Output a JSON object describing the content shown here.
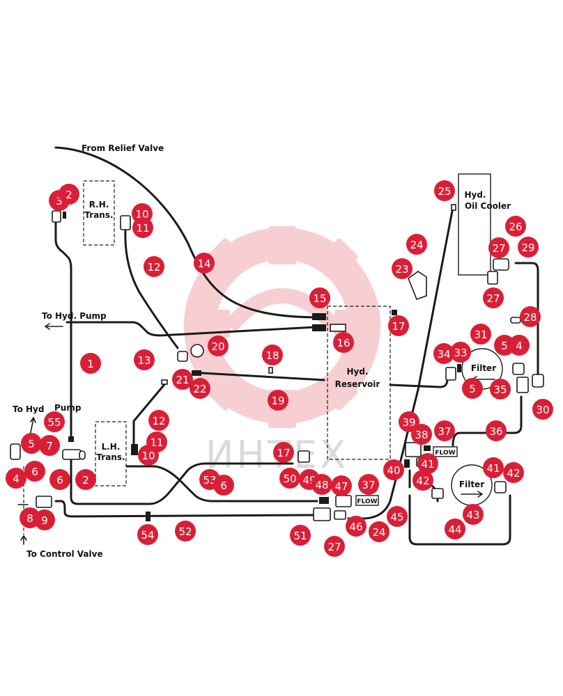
{
  "labels": {
    "from_relief_valve": "From Relief Valve",
    "rh_trans_1": "R.H.",
    "rh_trans_2": "Trans.",
    "lh_trans_1": "L.H.",
    "lh_trans_2": "Trans.",
    "to_hyd_pump_top": "To Hyd. Pump",
    "to_hyd_pump_left_1": "To Hyd",
    "to_hyd_pump_left_2": "Pump",
    "to_control_valve": "To Control Valve",
    "hyd_reservoir_1": "Hyd.",
    "hyd_reservoir_2": "Reservoir",
    "hyd_oil_cooler_1": "Hyd.",
    "hyd_oil_cooler_2": "Oil Cooler",
    "filter_upper": "Filter",
    "filter_lower": "Filter",
    "flow_upper": "FLOW",
    "flow_lower": "FLOW",
    "watermark": "ИНТЕХ"
  },
  "callouts": [
    {
      "n": "3"
    },
    {
      "n": "2"
    },
    {
      "n": "10"
    },
    {
      "n": "11"
    },
    {
      "n": "12"
    },
    {
      "n": "14"
    },
    {
      "n": "15"
    },
    {
      "n": "16"
    },
    {
      "n": "17"
    },
    {
      "n": "18"
    },
    {
      "n": "19"
    },
    {
      "n": "20"
    },
    {
      "n": "21"
    },
    {
      "n": "22"
    },
    {
      "n": "13"
    },
    {
      "n": "1"
    },
    {
      "n": "12"
    },
    {
      "n": "11"
    },
    {
      "n": "10"
    },
    {
      "n": "55"
    },
    {
      "n": "5"
    },
    {
      "n": "7"
    },
    {
      "n": "4"
    },
    {
      "n": "6"
    },
    {
      "n": "6"
    },
    {
      "n": "2"
    },
    {
      "n": "9"
    },
    {
      "n": "8"
    },
    {
      "n": "54"
    },
    {
      "n": "52"
    },
    {
      "n": "53"
    },
    {
      "n": "6"
    },
    {
      "n": "17"
    },
    {
      "n": "50"
    },
    {
      "n": "49"
    },
    {
      "n": "48"
    },
    {
      "n": "47"
    },
    {
      "n": "37"
    },
    {
      "n": "51"
    },
    {
      "n": "46"
    },
    {
      "n": "27"
    },
    {
      "n": "24"
    },
    {
      "n": "45"
    },
    {
      "n": "25"
    },
    {
      "n": "24"
    },
    {
      "n": "23"
    },
    {
      "n": "26"
    },
    {
      "n": "27"
    },
    {
      "n": "29"
    },
    {
      "n": "27"
    },
    {
      "n": "28"
    },
    {
      "n": "31"
    },
    {
      "n": "34"
    },
    {
      "n": "33"
    },
    {
      "n": "5"
    },
    {
      "n": "4"
    },
    {
      "n": "5"
    },
    {
      "n": "35"
    },
    {
      "n": "30"
    },
    {
      "n": "36"
    },
    {
      "n": "39"
    },
    {
      "n": "38"
    },
    {
      "n": "37"
    },
    {
      "n": "40"
    },
    {
      "n": "41"
    },
    {
      "n": "42"
    },
    {
      "n": "41"
    },
    {
      "n": "42"
    },
    {
      "n": "43"
    },
    {
      "n": "44"
    }
  ],
  "colors": {
    "callout": "#d91f36",
    "line": "#1a1a1a",
    "watermark": "#f7c9cd"
  }
}
